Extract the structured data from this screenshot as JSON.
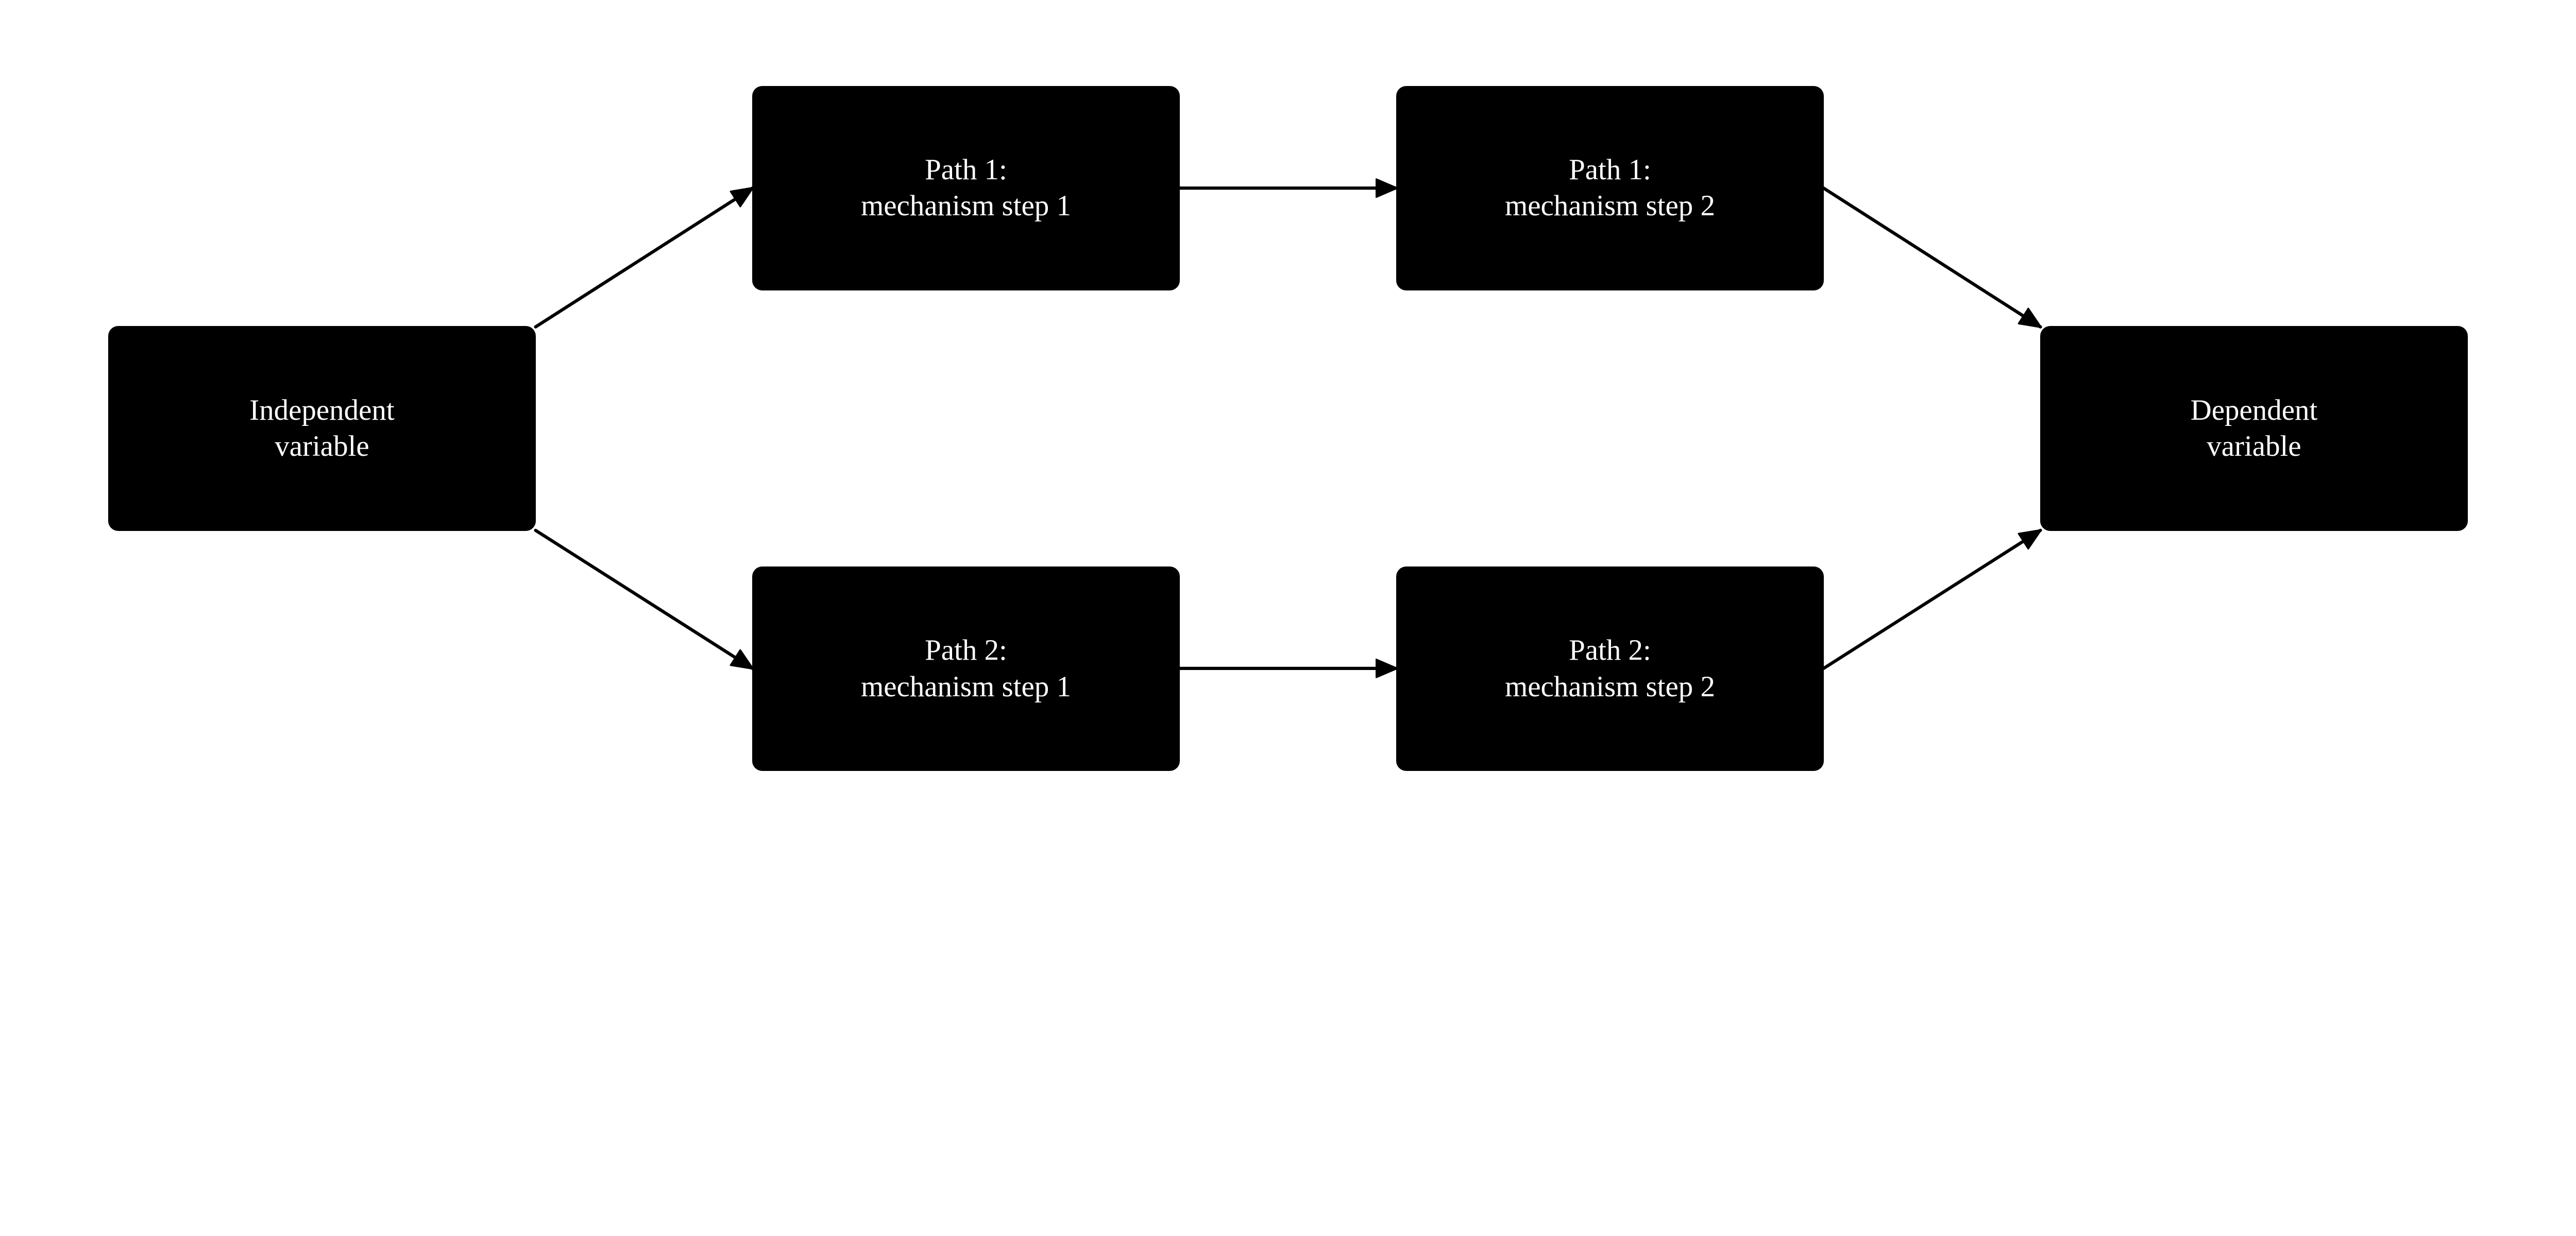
{
  "colors": {
    "node_fill": "#000000",
    "node_text": "#ffffff",
    "edge": "#000000",
    "background": "#ffffff"
  },
  "nodes": {
    "independent": {
      "line1": "Independent",
      "line2": "variable"
    },
    "p1s1": {
      "line1": "Path 1:",
      "line2": "mechanism step 1"
    },
    "p1s2": {
      "line1": "Path 1:",
      "line2": "mechanism step 2"
    },
    "p2s1": {
      "line1": "Path 2:",
      "line2": "mechanism step 1"
    },
    "p2s2": {
      "line1": "Path 2:",
      "line2": "mechanism step 2"
    },
    "dependent": {
      "line1": "Dependent",
      "line2": "variable"
    }
  },
  "edges": [
    {
      "from": "independent",
      "to": "p1s1"
    },
    {
      "from": "p1s1",
      "to": "p1s2"
    },
    {
      "from": "p1s2",
      "to": "dependent"
    },
    {
      "from": "independent",
      "to": "p2s1"
    },
    {
      "from": "p2s1",
      "to": "p2s2"
    },
    {
      "from": "p2s2",
      "to": "dependent"
    }
  ]
}
